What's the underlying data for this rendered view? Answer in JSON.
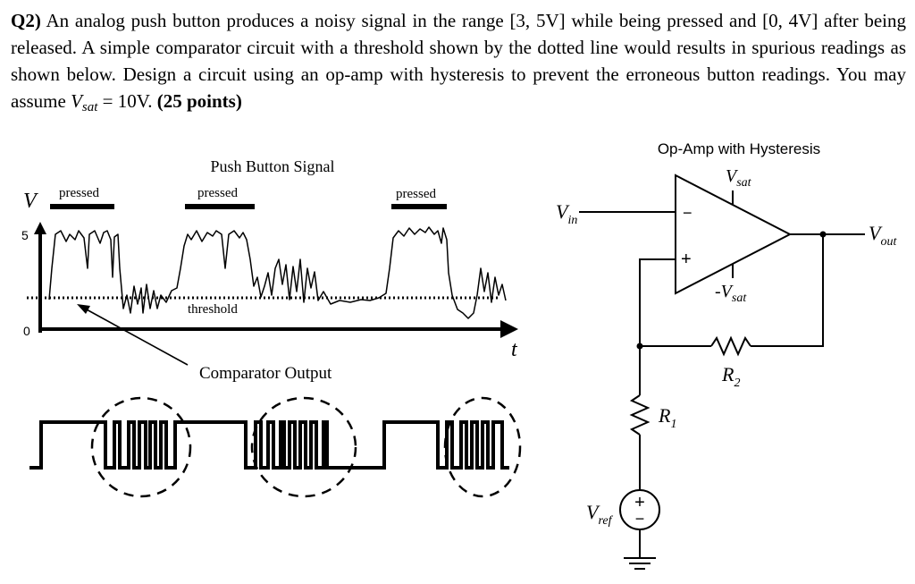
{
  "question": {
    "number": "Q2)",
    "text_part1": " An analog push button produces a noisy signal in the range [3, 5V] while being pressed and [0, 4V] after being released. A simple comparator circuit with a threshold shown by the dotted line would results in spurious readings as shown below. Design a circuit using an op-amp with hysteresis to prevent the erroneous button readings. You may assume ",
    "vsat_symbol": "V",
    "vsat_sub": "sat",
    "text_part2": " = 10V. ",
    "points": "(25 points)"
  },
  "signal_plot": {
    "title": "Push Button Signal",
    "y_axis_label": "V",
    "y_tick_5": "5",
    "y_tick_0": "0",
    "x_axis_label": "t",
    "pressed_labels": [
      "pressed",
      "pressed",
      "pressed"
    ],
    "threshold_label": "threshold",
    "comparator_label": "Comparator Output"
  },
  "circuit": {
    "title": "Op-Amp with Hysteresis",
    "vin_main": "V",
    "vin_sub": "in",
    "vsat_pos_main": "V",
    "vsat_pos_sub": "sat",
    "vsat_neg_prefix": "-",
    "vsat_neg_main": "V",
    "vsat_neg_sub": "sat",
    "vout_main": "V",
    "vout_sub": "out",
    "r1_main": "R",
    "r1_sub": "1",
    "r2_main": "R",
    "r2_sub": "2",
    "vref_main": "V",
    "vref_sub": "ref",
    "minus_sign": "−",
    "plus_sign": "+",
    "source_plus": "+",
    "source_minus": "−"
  }
}
